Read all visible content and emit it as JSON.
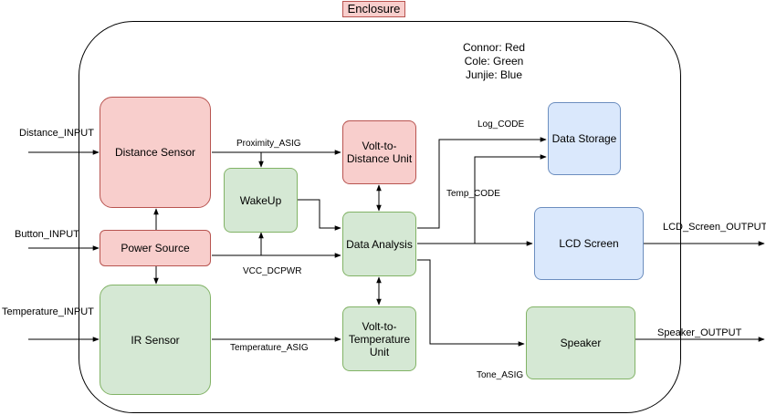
{
  "enclosure": {
    "title": "Enclosure"
  },
  "legend": [
    "Connor: Red",
    "Cole: Green",
    "Junjie: Blue"
  ],
  "blocks": {
    "distance_sensor": "Distance Sensor",
    "power_source": "Power Source",
    "ir_sensor": "IR Sensor",
    "wakeup": "WakeUp",
    "volt_to_distance": "Volt-to-\nDistance Unit",
    "data_analysis": "Data Analysis",
    "volt_to_temperature": "Volt-to-\nTemperature\nUnit",
    "data_storage": "Data Storage",
    "lcd_screen": "LCD Screen",
    "speaker": "Speaker"
  },
  "inputs": {
    "distance": "Distance_INPUT",
    "button": "Button_INPUT",
    "temperature": "Temperature_INPUT"
  },
  "outputs": {
    "lcd": "LCD_Screen_OUTPUT",
    "speaker": "Speaker_OUTPUT"
  },
  "signals": {
    "proximity": "Proximity_ASIG",
    "vcc": "VCC_DCPWR",
    "temperature": "Temperature_ASIG",
    "log": "Log_CODE",
    "temp_code": "Temp_CODE",
    "tone": "Tone_ASIG"
  },
  "colors": {
    "red_fill": "#f8cecc",
    "red_stroke": "#b85450",
    "green_fill": "#d5e8d4",
    "green_stroke": "#82b366",
    "blue_fill": "#dae8fc",
    "blue_stroke": "#6c8ebf"
  }
}
